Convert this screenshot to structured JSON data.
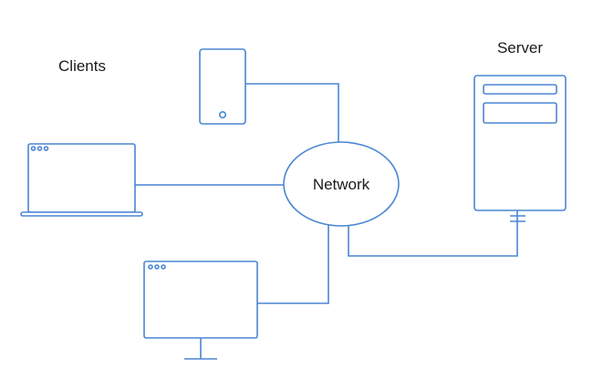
{
  "labels": {
    "clients": "Clients",
    "server": "Server",
    "network": "Network"
  },
  "colors": {
    "line": "#4a86d4",
    "text": "#1a1a1a",
    "background": "#ffffff"
  },
  "nodes": [
    {
      "name": "Clients group",
      "icon": "laptop-icon, phone-icon, desktop-monitor-icon"
    },
    {
      "name": "Network",
      "icon": "network-ellipse"
    },
    {
      "name": "Server",
      "icon": "server-tower-icon"
    }
  ]
}
